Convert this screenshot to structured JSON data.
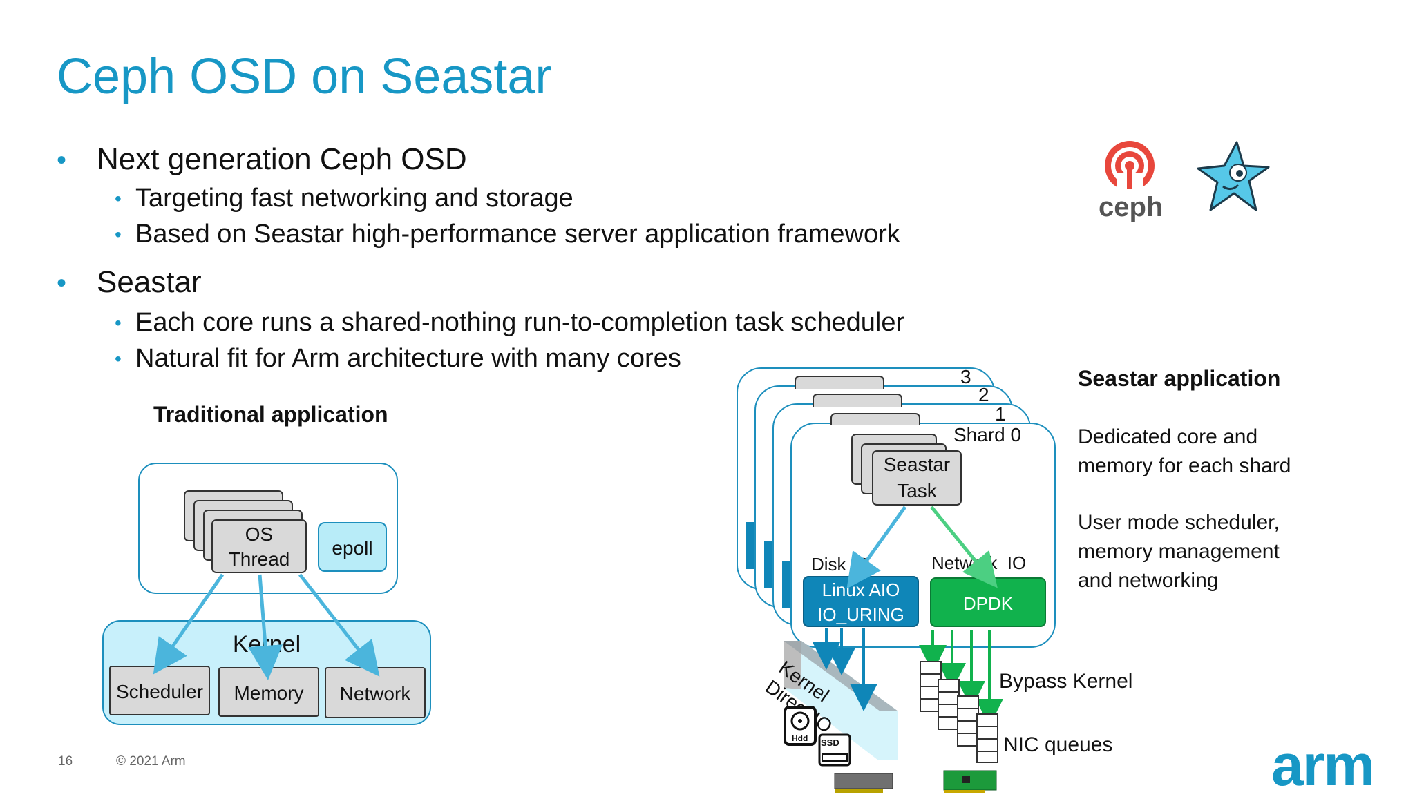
{
  "slide": {
    "title": "Ceph OSD on Seastar",
    "bullets": [
      {
        "text": "Next generation Ceph OSD",
        "sub": [
          "Targeting fast networking and storage",
          "Based on Seastar high-performance server application framework"
        ]
      },
      {
        "text": "Seastar",
        "sub": [
          "Each core runs a shared-nothing run-to-completion task scheduler",
          "Natural fit for Arm architecture with many cores"
        ]
      }
    ],
    "bullet_glyph": "•",
    "page_number": "16",
    "copyright": "© 2021 Arm"
  },
  "logos": {
    "ceph_text": "ceph",
    "arm_text": "arm",
    "ceph_color": "#e8473c",
    "seastar_color": "#56c8e8",
    "arm_color": "#1797c5"
  },
  "traditional": {
    "heading": "Traditional application",
    "os_thread": [
      "OS",
      "Thread"
    ],
    "epoll": "epoll",
    "kernel": "Kernel",
    "kernel_items": [
      "Scheduler",
      "Memory",
      "Network"
    ]
  },
  "seastar_diagram": {
    "shards": [
      "3",
      "2",
      "1",
      "Shard 0"
    ],
    "task": [
      "Seastar",
      "Task"
    ],
    "disk_io": "Disk IO",
    "network_io": "Network  IO",
    "linux_aio": [
      "Linux AIO",
      "IO_URING"
    ],
    "dpdk": "DPDK",
    "kernel_direct": [
      "Kernel",
      "Direct IO"
    ],
    "bypass_kernel": "Bypass Kernel",
    "nic_queues": "NIC queues",
    "hdd": "Hdd",
    "ssd": "SSD"
  },
  "seastar_side": {
    "heading": "Seastar application",
    "para1": [
      "Dedicated core and",
      "memory for each shard"
    ],
    "para2": [
      "User mode scheduler,",
      "memory management",
      "and networking"
    ]
  },
  "colors": {
    "title": "#1797c5",
    "blue_box": "#0f86b8",
    "green_box": "#11b24d",
    "kernel_fill": "#c8f0fb",
    "epoll_fill": "#b8ecf8",
    "arrow_blue": "#4bb5dc",
    "arrow_green": "#4ccf82"
  }
}
